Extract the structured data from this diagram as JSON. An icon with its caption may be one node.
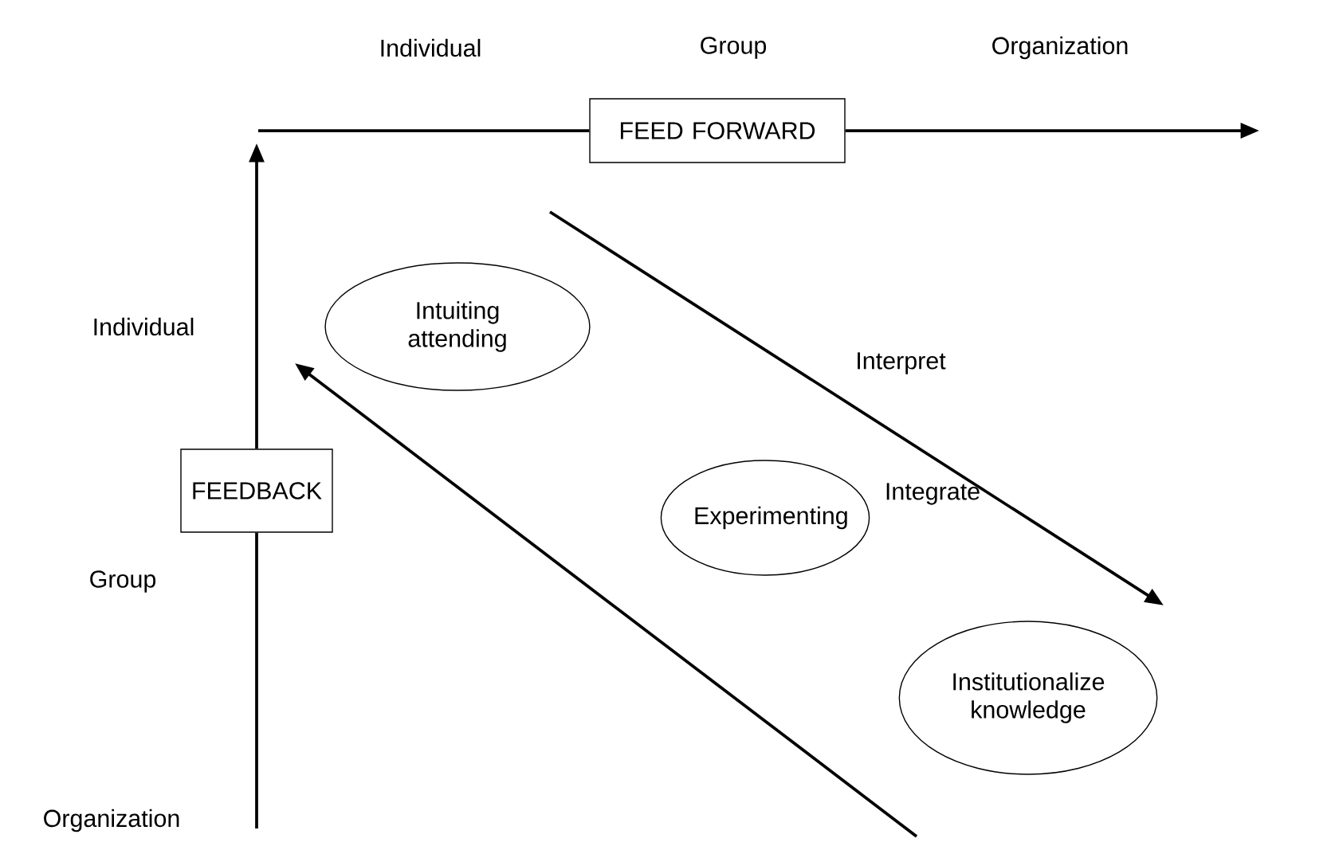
{
  "diagram": {
    "nodes": [
      {
        "text": [
          "FEED FORWARD"
        ]
      },
      {
        "text": [
          "FEEDBACK"
        ]
      },
      {
        "text": [
          "Intuiting attending"
        ]
      },
      {
        "text": [
          "Experimenting"
        ]
      },
      {
        "text": [
          "Institutionalize knowledge"
        ]
      }
    ],
    "edges": [
      {
        "from": null,
        "to": 0,
        "arrow": "none"
      },
      {
        "from": 0,
        "to": null,
        "arrow": "to"
      },
      {
        "from": null,
        "to": 1,
        "arrow": "none"
      },
      {
        "from": 1,
        "to": null,
        "arrow": "to"
      }
    ],
    "labels": [
      "Individual",
      "Group",
      "Organization",
      "Individual",
      "Interpret",
      "Integrate",
      "Group",
      "Organization"
    ]
  }
}
